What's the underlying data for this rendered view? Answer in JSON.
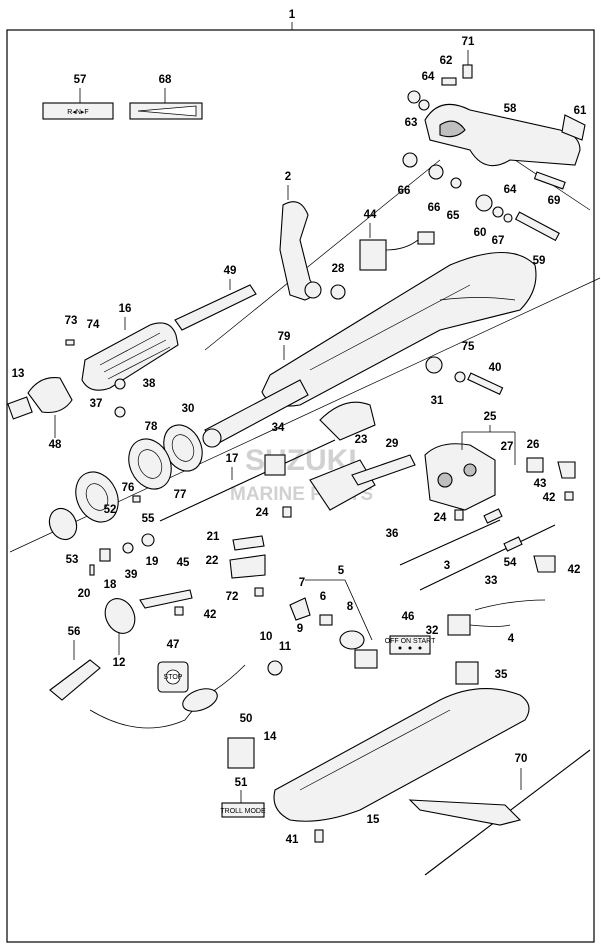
{
  "title_part_number": "1",
  "labels": {
    "l57": "57",
    "l68": "68",
    "l71": "71",
    "l62": "62",
    "l64a": "64",
    "l63": "63",
    "l58": "58",
    "l61": "61",
    "l66a": "66",
    "l66b": "66",
    "l65": "65",
    "l69": "69",
    "l64b": "64",
    "l60": "60",
    "l67": "67",
    "l59": "59",
    "l2": "2",
    "l44": "44",
    "l28": "28",
    "l49": "49",
    "l16": "16",
    "l73": "73",
    "l74": "74",
    "l79": "79",
    "l75": "75",
    "l40": "40",
    "l31": "31",
    "l13": "13",
    "l38": "38",
    "l37": "37",
    "l48": "48",
    "l30": "30",
    "l78": "78",
    "l25": "25",
    "l34": "34",
    "l23": "23",
    "l29": "29",
    "l26": "26",
    "l27": "27",
    "l17": "17",
    "l76": "76",
    "l77": "77",
    "l43": "43",
    "l42a": "42",
    "l55": "55",
    "l52": "52",
    "l24a": "24",
    "l24b": "24",
    "l53": "53",
    "l21": "21",
    "l36": "36",
    "l3": "3",
    "l54": "54",
    "l42b": "42",
    "l33": "33",
    "l18": "18",
    "l39": "39",
    "l19": "19",
    "l22": "22",
    "l45": "45",
    "l20": "20",
    "l72": "72",
    "l42c": "42",
    "l7": "7",
    "l5": "5",
    "l6": "6",
    "l8": "8",
    "l9": "9",
    "l46": "46",
    "l32": "32",
    "l4": "4",
    "l56": "56",
    "l12": "12",
    "l47": "47",
    "l10": "10",
    "l11": "11",
    "l35": "35",
    "l50": "50",
    "l14": "14",
    "l70": "70",
    "l51": "51",
    "l15": "15",
    "l41": "41"
  },
  "decal_shift": "R◂N▸F",
  "decal_troll": "TROLL MODE",
  "decal_stop": "STOP",
  "decal_switch": "OFF  ON  START",
  "watermark_line1": "SUZUKI",
  "watermark_line2": "MARINE PARTS"
}
